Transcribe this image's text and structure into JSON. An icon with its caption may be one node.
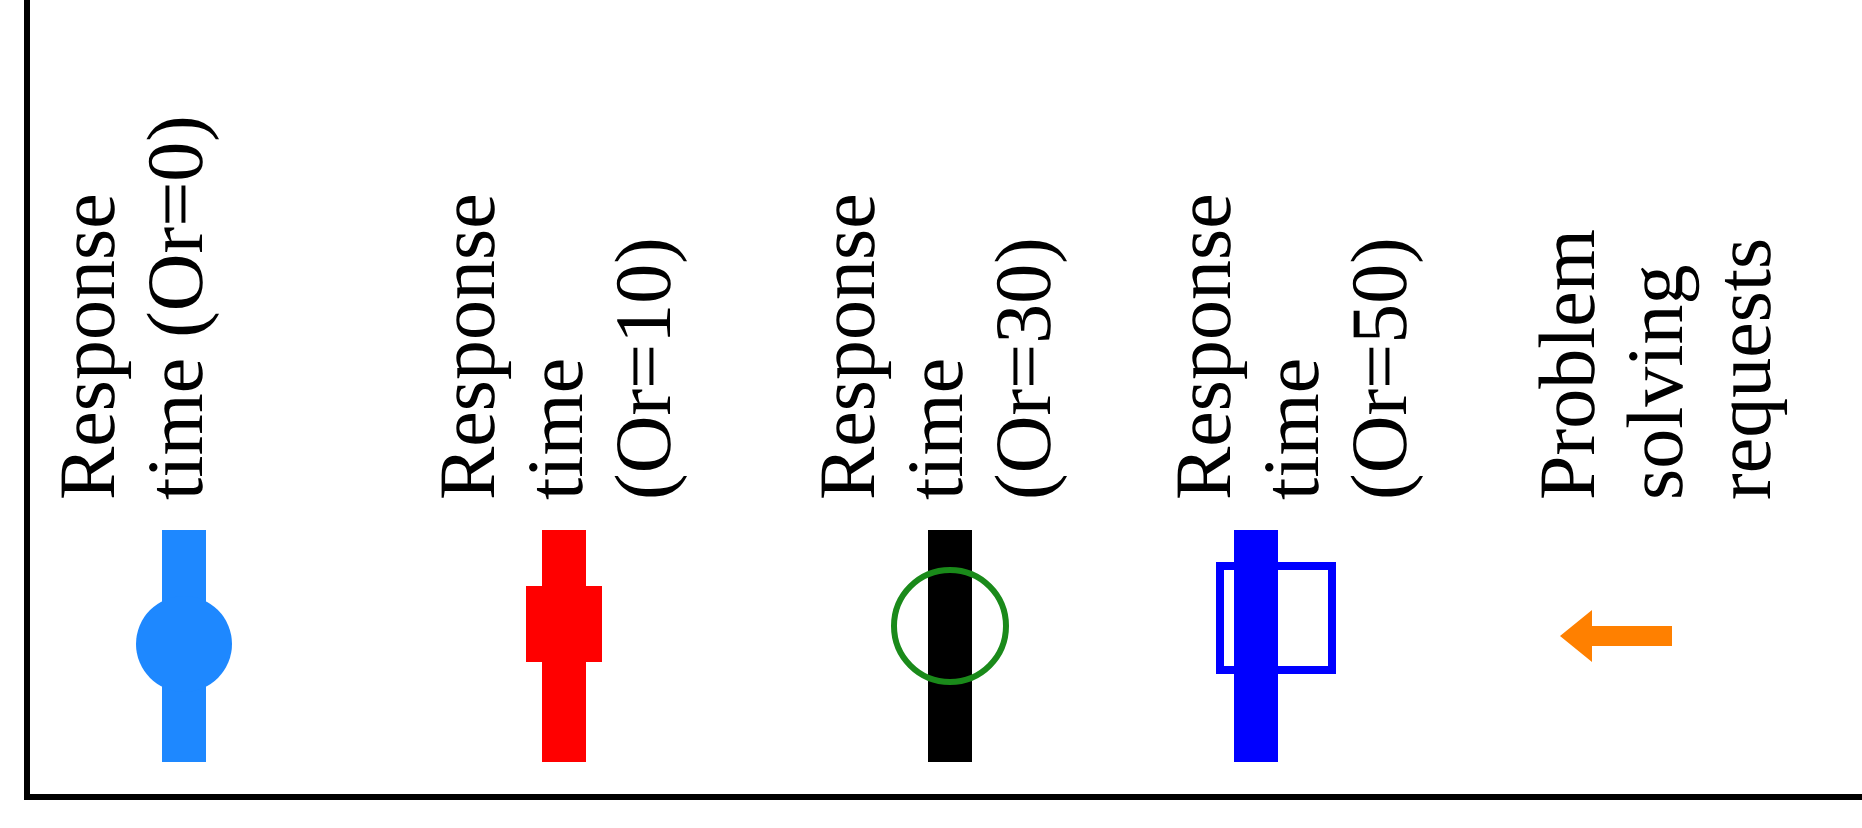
{
  "diagram": {
    "legend": [
      {
        "text": "Response time (Or=0)"
      },
      {
        "text": "Response time (Or=10)"
      },
      {
        "text": "Response time (Or=30)"
      },
      {
        "text": "Response time (Or=50)"
      },
      {
        "text": "Problem solving requests"
      }
    ]
  }
}
